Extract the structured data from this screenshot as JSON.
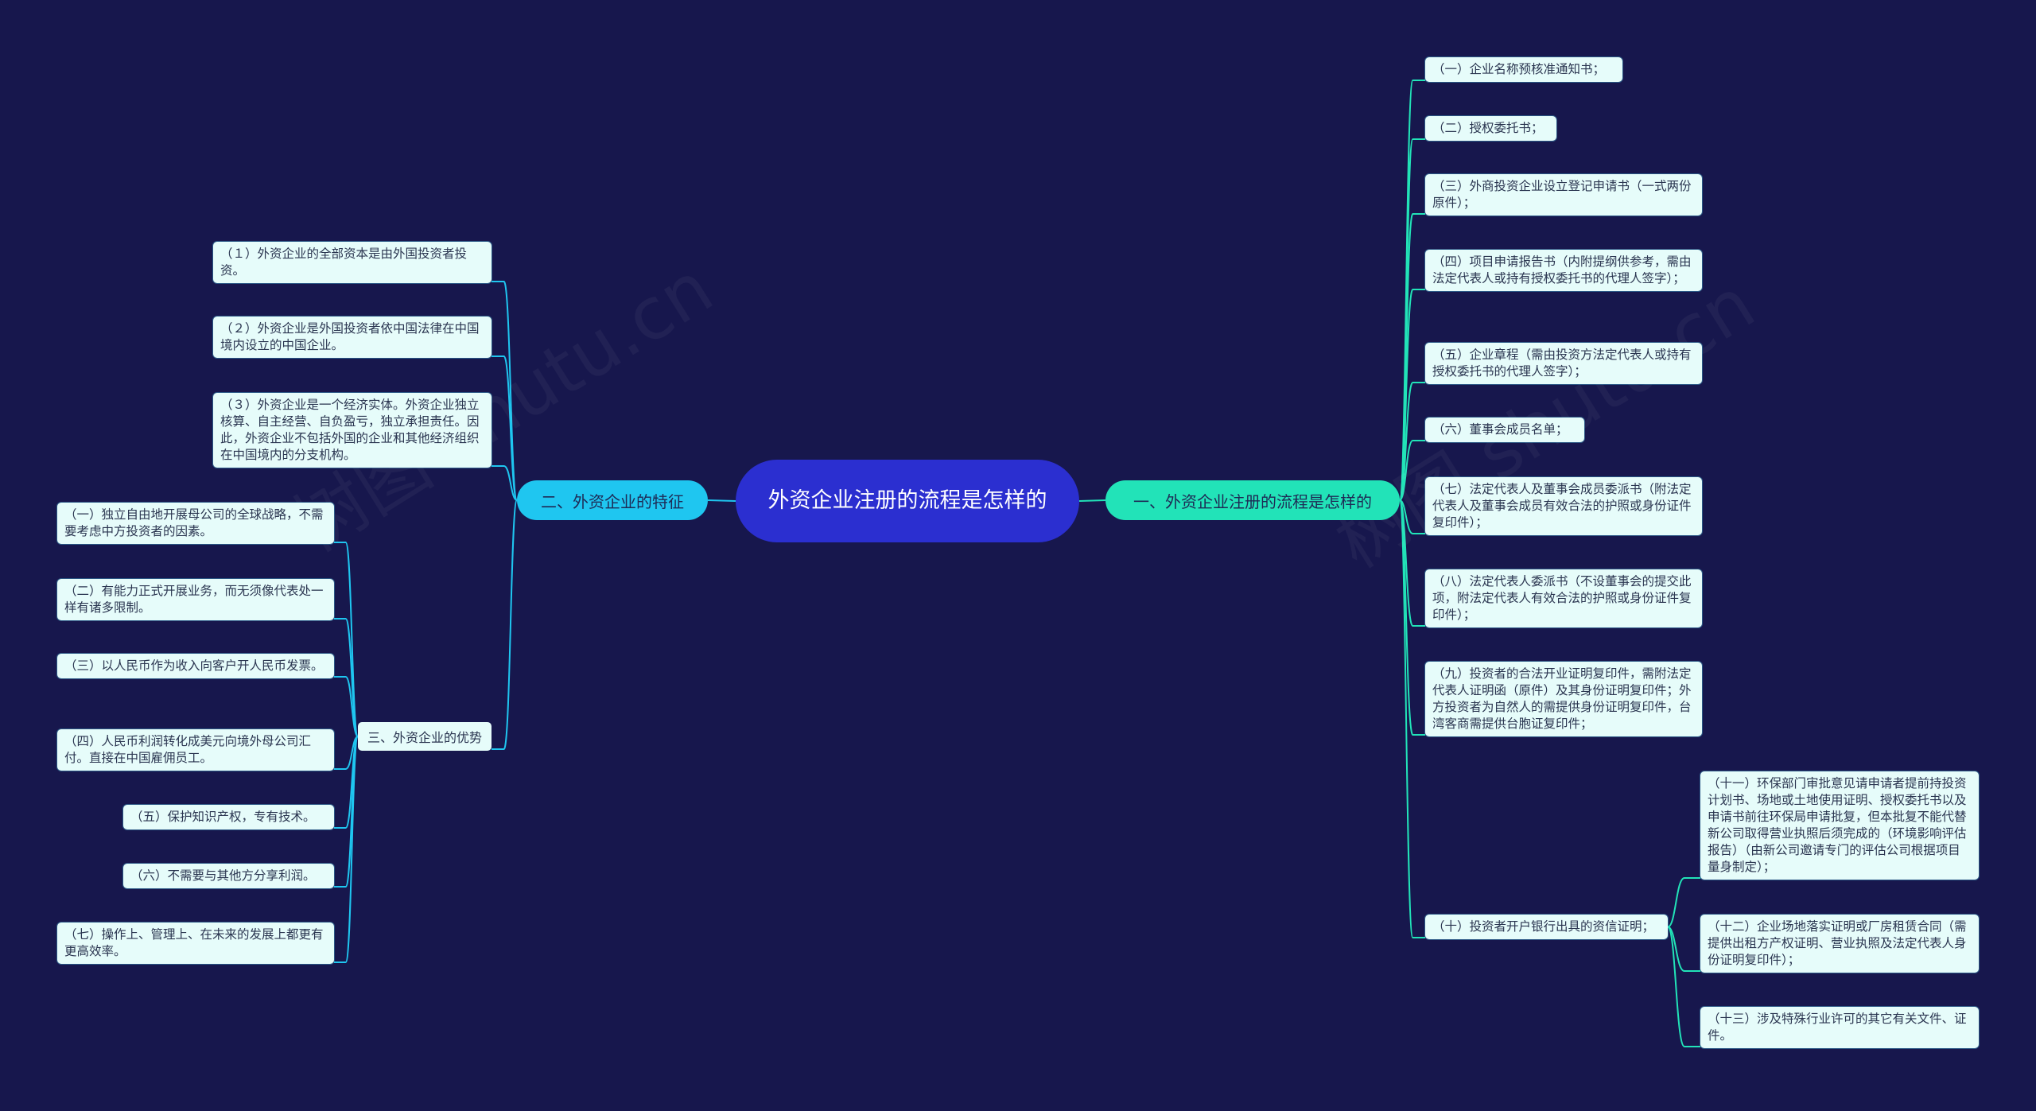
{
  "root": {
    "label": "外资企业注册的流程是怎样的"
  },
  "right_branch": {
    "label": "一、外资企业注册的流程是怎样的",
    "items": [
      "（一）企业名称预核准通知书；",
      "（二）授权委托书；",
      "（三）外商投资企业设立登记申请书（一式两份原件）；",
      "（四）项目申请报告书（内附提纲供参考，需由法定代表人或持有授权委托书的代理人签字）；",
      "（五）企业章程（需由投资方法定代表人或持有授权委托书的代理人签字）；",
      "（六）董事会成员名单；",
      "（七）法定代表人及董事会成员委派书（附法定代表人及董事会成员有效合法的护照或身份证件复印件）；",
      "（八）法定代表人委派书（不设董事会的提交此项，附法定代表人有效合法的护照或身份证件复印件）；",
      "（九）投资者的合法开业证明复印件，需附法定代表人证明函（原件）及其身份证明复印件；外方投资者为自然人的需提供身份证明复印件，台湾客商需提供台胞证复印件；",
      "（十）投资者开户银行出具的资信证明；"
    ],
    "sub_items": [
      "（十一）环保部门审批意见请申请者提前持投资计划书、场地或土地使用证明、授权委托书以及申请书前往环保局申请批复，但本批复不能代替新公司取得营业执照后须完成的（环境影响评估报告）（由新公司邀请专门的评估公司根据项目量身制定）；",
      "（十二）企业场地落实证明或厂房租赁合同（需提供出租方产权证明、营业执照及法定代表人身份证明复印件）；",
      "（十三）涉及特殊行业许可的其它有关文件、证件。"
    ]
  },
  "left_branch": {
    "label": "二、外资企业的特征",
    "items": [
      "（１）外资企业的全部资本是由外国投资者投资。",
      "（２）外资企业是外国投资者依中国法律在中国境内设立的中国企业。",
      "（３）外资企业是一个经济实体。外资企业独立核算、自主经营、自负盈亏，独立承担责任。因此，外资企业不包括外国的企业和其他经济组织在中国境内的分支机构。"
    ],
    "sub_branch": {
      "label": "三、外资企业的优势",
      "items": [
        "（一）独立自由地开展母公司的全球战略，不需要考虑中方投资者的因素。",
        "（二）有能力正式开展业务，而无须像代表处一样有诸多限制。",
        "（三）以人民币作为收入向客户开人民币发票。",
        "（四）人民币利润转化成美元向境外母公司汇付。直接在中国雇佣员工。",
        "（五）保护知识产权，专有技术。",
        "（六）不需要与其他方分享利润。",
        "（七）操作上、管理上、在未来的发展上都更有更高效率。"
      ]
    }
  },
  "colors": {
    "background": "#17174d",
    "root": "#2b2fd0",
    "right_branch": "#22e3b8",
    "left_branch": "#1fc6f0",
    "leaf": "#e6fcfa",
    "link_right": "#22e3b8",
    "link_left": "#1fc6f0"
  }
}
